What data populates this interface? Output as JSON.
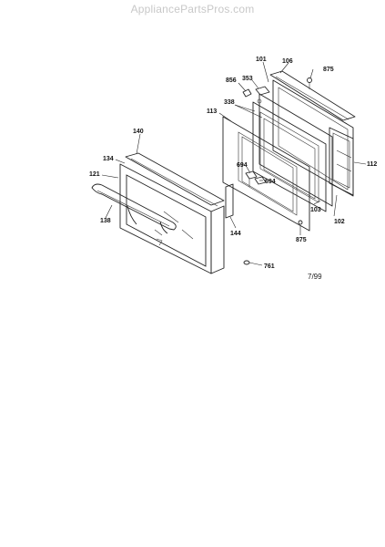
{
  "watermark": "AppliancePartsPros.com",
  "date_code": "7/99",
  "callouts": [
    {
      "id": "c-101",
      "text": "101"
    },
    {
      "id": "c-106",
      "text": "106"
    },
    {
      "id": "c-875a",
      "text": "875"
    },
    {
      "id": "c-856",
      "text": "856"
    },
    {
      "id": "c-353",
      "text": "353"
    },
    {
      "id": "c-338",
      "text": "338"
    },
    {
      "id": "c-113",
      "text": "113"
    },
    {
      "id": "c-140",
      "text": "140"
    },
    {
      "id": "c-134",
      "text": "134"
    },
    {
      "id": "c-121",
      "text": "121"
    },
    {
      "id": "c-138",
      "text": "138"
    },
    {
      "id": "c-694a",
      "text": "694"
    },
    {
      "id": "c-694b",
      "text": "694"
    },
    {
      "id": "c-112",
      "text": "112"
    },
    {
      "id": "c-103",
      "text": "103"
    },
    {
      "id": "c-102",
      "text": "102"
    },
    {
      "id": "c-144",
      "text": "144"
    },
    {
      "id": "c-875b",
      "text": "875"
    },
    {
      "id": "c-761",
      "text": "761"
    }
  ]
}
